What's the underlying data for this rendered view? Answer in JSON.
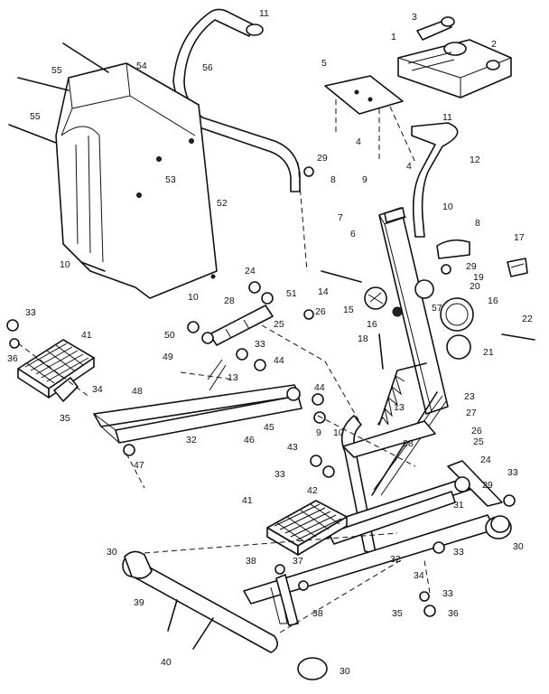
{
  "callouts": [
    {
      "id": "c3a",
      "text": "3"
    },
    {
      "id": "c1",
      "text": "1"
    },
    {
      "id": "c2",
      "text": "2"
    },
    {
      "id": "c11a",
      "text": "11"
    },
    {
      "id": "c55a",
      "text": "55"
    },
    {
      "id": "c54",
      "text": "54"
    },
    {
      "id": "c56",
      "text": "56"
    },
    {
      "id": "c5",
      "text": "5"
    },
    {
      "id": "c55b",
      "text": "55"
    },
    {
      "id": "c53",
      "text": "53"
    },
    {
      "id": "c4a",
      "text": "4"
    },
    {
      "id": "c4b",
      "text": "4"
    },
    {
      "id": "c11b",
      "text": "11"
    },
    {
      "id": "c12",
      "text": "12"
    },
    {
      "id": "c29a",
      "text": "29"
    },
    {
      "id": "c8a",
      "text": "8"
    },
    {
      "id": "c9a",
      "text": "9"
    },
    {
      "id": "c52",
      "text": "52"
    },
    {
      "id": "c7",
      "text": "7"
    },
    {
      "id": "c10a",
      "text": "10"
    },
    {
      "id": "c6",
      "text": "6"
    },
    {
      "id": "c8b",
      "text": "8"
    },
    {
      "id": "c17",
      "text": "17"
    },
    {
      "id": "c10b",
      "text": "10"
    },
    {
      "id": "c29b",
      "text": "29"
    },
    {
      "id": "c19",
      "text": "19"
    },
    {
      "id": "c24a",
      "text": "24"
    },
    {
      "id": "c51",
      "text": "51"
    },
    {
      "id": "c14",
      "text": "14"
    },
    {
      "id": "c20",
      "text": "20"
    },
    {
      "id": "c10c",
      "text": "10"
    },
    {
      "id": "c28a",
      "text": "28"
    },
    {
      "id": "c16a",
      "text": "16"
    },
    {
      "id": "c57",
      "text": "57"
    },
    {
      "id": "c15",
      "text": "15"
    },
    {
      "id": "c33a",
      "text": "33"
    },
    {
      "id": "c25a",
      "text": "25"
    },
    {
      "id": "c26a",
      "text": "26"
    },
    {
      "id": "c16b",
      "text": "16"
    },
    {
      "id": "c22",
      "text": "22"
    },
    {
      "id": "c50",
      "text": "50"
    },
    {
      "id": "c41a",
      "text": "41"
    },
    {
      "id": "c18",
      "text": "18"
    },
    {
      "id": "c36a",
      "text": "36"
    },
    {
      "id": "c33b",
      "text": "33"
    },
    {
      "id": "c21",
      "text": "21"
    },
    {
      "id": "c49",
      "text": "49"
    },
    {
      "id": "c44a",
      "text": "44"
    },
    {
      "id": "c13a",
      "text": "13"
    },
    {
      "id": "c34a",
      "text": "34"
    },
    {
      "id": "c48",
      "text": "48"
    },
    {
      "id": "c23",
      "text": "23"
    },
    {
      "id": "c44b",
      "text": "44"
    },
    {
      "id": "c35a",
      "text": "35"
    },
    {
      "id": "c45",
      "text": "45"
    },
    {
      "id": "c13b",
      "text": "13"
    },
    {
      "id": "c27",
      "text": "27"
    },
    {
      "id": "c32a",
      "text": "32"
    },
    {
      "id": "c46",
      "text": "46"
    },
    {
      "id": "c9b",
      "text": "9"
    },
    {
      "id": "c10d",
      "text": "10"
    },
    {
      "id": "c26b",
      "text": "26"
    },
    {
      "id": "c28b",
      "text": "28"
    },
    {
      "id": "c25b",
      "text": "25"
    },
    {
      "id": "c43",
      "text": "43"
    },
    {
      "id": "c24b",
      "text": "24"
    },
    {
      "id": "c47",
      "text": "47"
    },
    {
      "id": "c33c",
      "text": "33"
    },
    {
      "id": "c33d",
      "text": "33"
    },
    {
      "id": "c42",
      "text": "42"
    },
    {
      "id": "c29c",
      "text": "29"
    },
    {
      "id": "c41b",
      "text": "41"
    },
    {
      "id": "c31",
      "text": "31"
    },
    {
      "id": "c30a",
      "text": "30"
    },
    {
      "id": "c32b",
      "text": "32"
    },
    {
      "id": "c30b",
      "text": "30"
    },
    {
      "id": "c33e",
      "text": "33"
    },
    {
      "id": "c38a",
      "text": "38"
    },
    {
      "id": "c37",
      "text": "37"
    },
    {
      "id": "c34b",
      "text": "34"
    },
    {
      "id": "c39",
      "text": "39"
    },
    {
      "id": "c33f",
      "text": "33"
    },
    {
      "id": "c38b",
      "text": "38"
    },
    {
      "id": "c35b",
      "text": "35"
    },
    {
      "id": "c36b",
      "text": "36"
    },
    {
      "id": "c40",
      "text": "40"
    },
    {
      "id": "c30c",
      "text": "30"
    }
  ]
}
